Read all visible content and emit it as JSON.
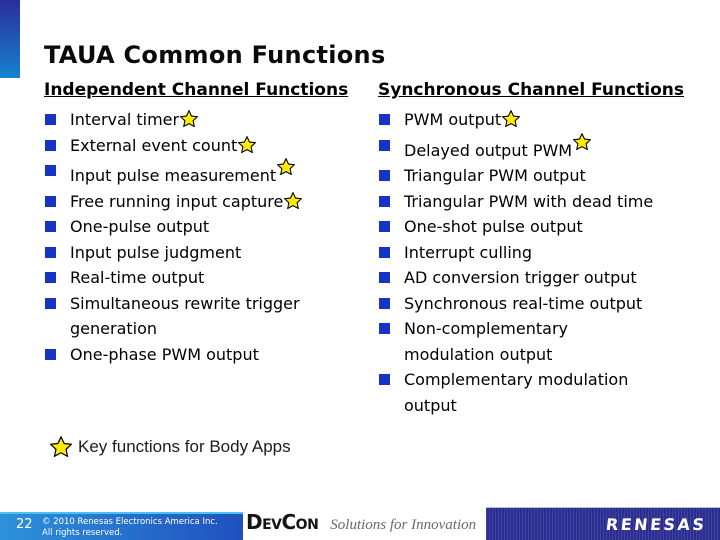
{
  "slide": {
    "title": "TAUA Common Functions",
    "keynote": "Key functions for Body Apps"
  },
  "columns": [
    {
      "header": "Independent Channel Functions",
      "items": [
        {
          "text": "Interval timer",
          "star": "inline"
        },
        {
          "text": "External event count",
          "star": "inline"
        },
        {
          "text": "Input pulse measurement",
          "star": "raised"
        },
        {
          "text": "Free running input capture",
          "star": "inline"
        },
        {
          "text": "One-pulse output",
          "star": ""
        },
        {
          "text": "Input pulse judgment",
          "star": ""
        },
        {
          "text": "Real-time output",
          "star": ""
        },
        {
          "text": "Simultaneous rewrite trigger\ngeneration",
          "star": ""
        },
        {
          "text": "One-phase PWM output",
          "star": ""
        }
      ]
    },
    {
      "header": "Synchronous Channel Functions",
      "items": [
        {
          "text": "PWM output",
          "star": "inline"
        },
        {
          "text": "Delayed output PWM",
          "star": "raised"
        },
        {
          "text": "Triangular PWM output",
          "star": ""
        },
        {
          "text": "Triangular PWM with dead time",
          "star": ""
        },
        {
          "text": "One-shot pulse output",
          "star": ""
        },
        {
          "text": "Interrupt culling",
          "star": ""
        },
        {
          "text": "AD conversion trigger output",
          "star": ""
        },
        {
          "text": "Synchronous real-time output",
          "star": ""
        },
        {
          "text": "Non-complementary\nmodulation output",
          "star": ""
        },
        {
          "text": "Complementary modulation\noutput",
          "star": ""
        }
      ]
    }
  ],
  "footer": {
    "page_number": "22",
    "copyright_line1": "© 2010 Renesas Electronics America Inc.",
    "copyright_line2": "All rights reserved.",
    "devcon": "DevCon",
    "tagline": "Solutions for Innovation",
    "brand": "RENESAS"
  },
  "icons": {
    "star": "star-icon",
    "bullet": "bullet-square-icon"
  },
  "colors": {
    "bullet_blue": "#1733c5",
    "star_yellow": "#ffec00",
    "accent_top": "#2b2d9b",
    "accent_bottom": "#1583cf",
    "footer_bar_left": "#2d92da",
    "footer_bar_right": "#2150bf",
    "footer_bar_edge": "#49c3ef",
    "renesas_bar": "#2b2e91"
  }
}
